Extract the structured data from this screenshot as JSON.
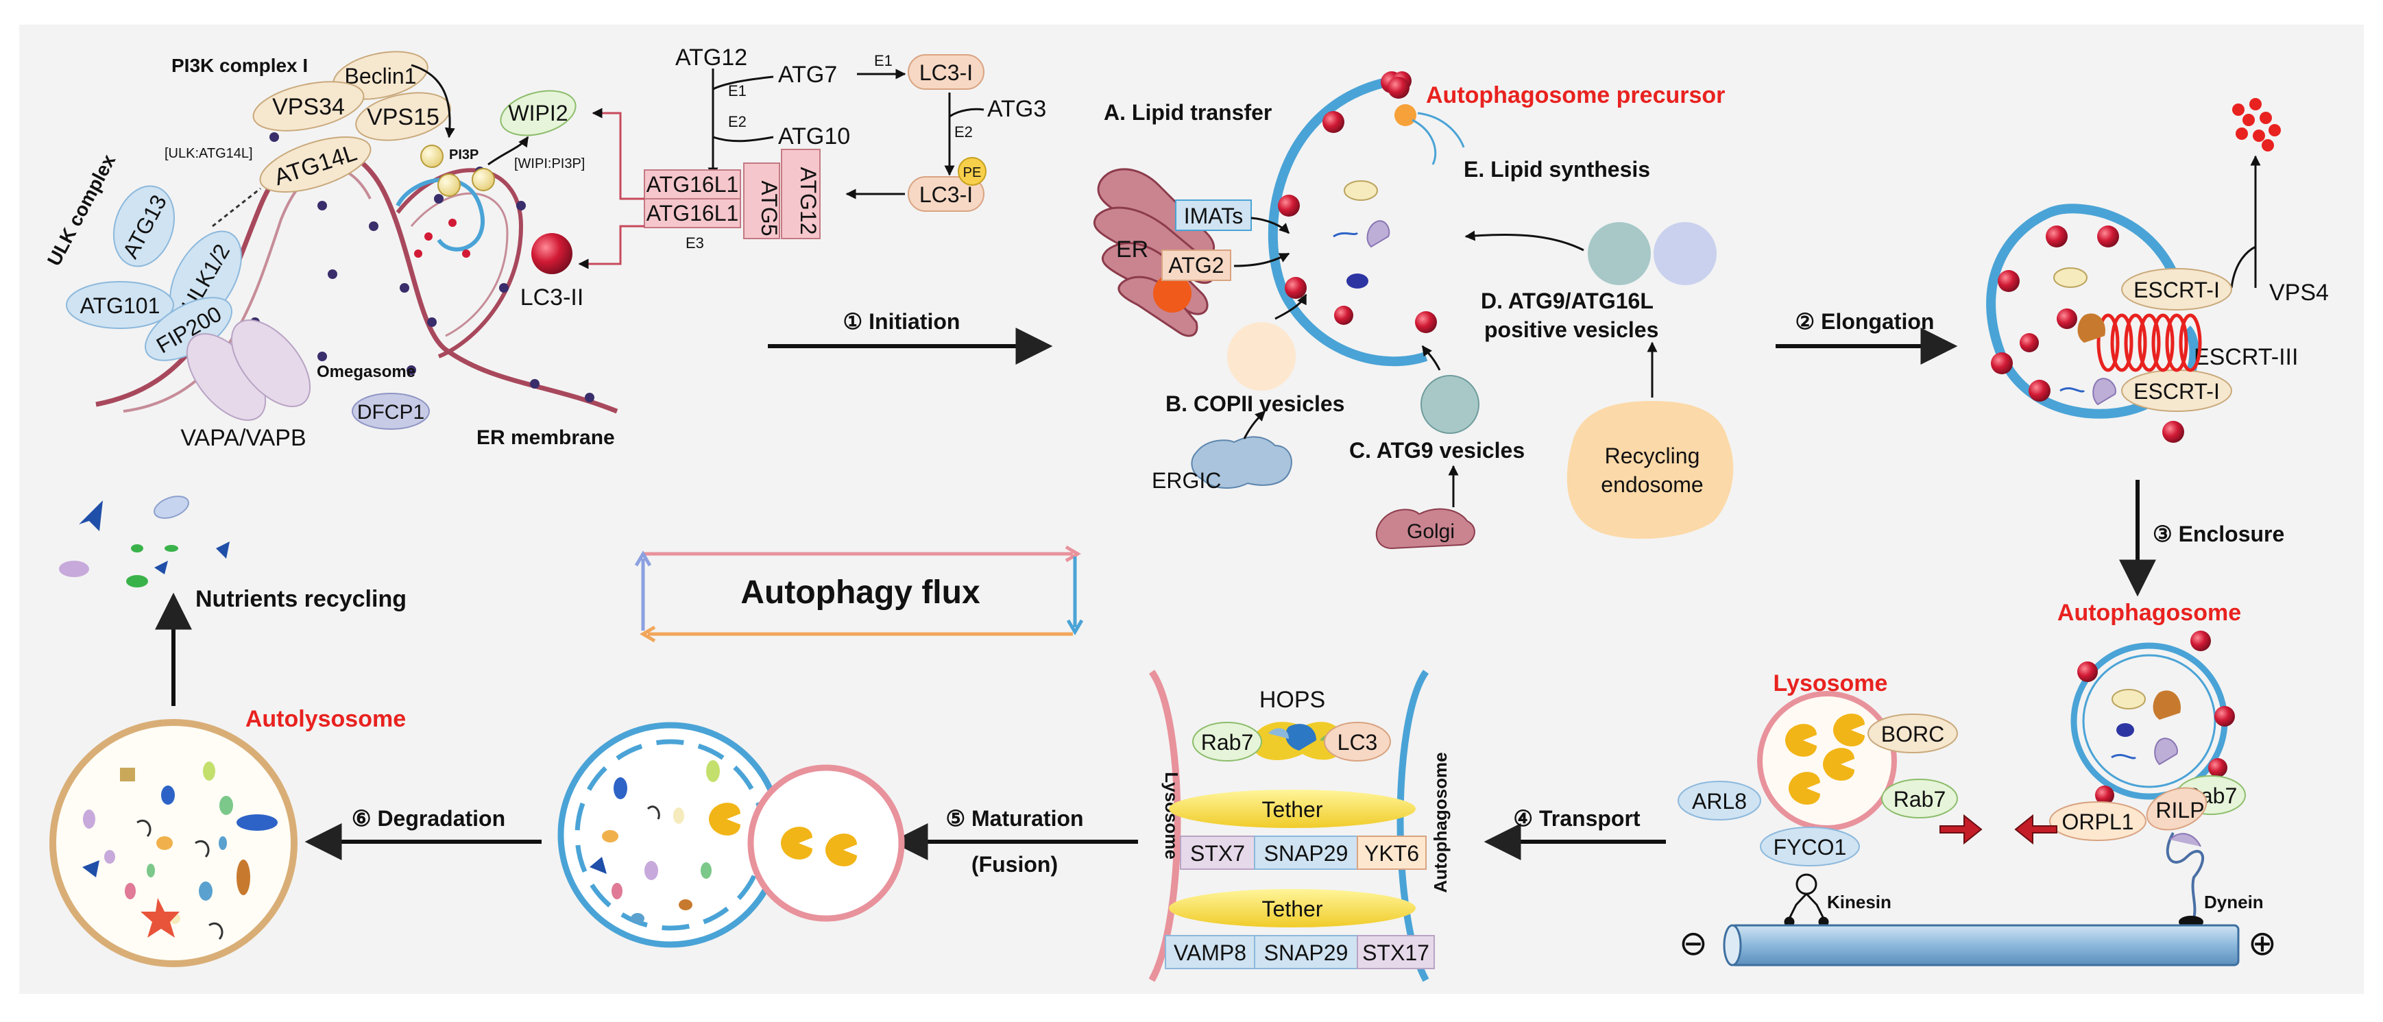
{
  "flux": {
    "title": "Autophagy flux"
  },
  "initiation": {
    "pi3k_complex": "PI3K complex I",
    "beclin1": "Beclin1",
    "vps34": "VPS34",
    "vps15": "VPS15",
    "atg14l": "ATG14L",
    "ulk_atg14l": "[ULK:ATG14L]",
    "ulk_complex": "ULK complex",
    "atg13": "ATG13",
    "ulk12": "ULK1/2",
    "atg101": "ATG101",
    "fip200": "FIP200",
    "vapa": "VAPA/VAPB",
    "omegasome": "Omegasome",
    "dfcp1": "DFCP1",
    "er_membrane": "ER membrane",
    "pi3p": "PI3P",
    "wipi2": "WIPI2",
    "wipi_pi3p": "[WIPI:PI3P]",
    "lc3ii": "LC3-II"
  },
  "conjugation": {
    "atg12": "ATG12",
    "atg7": "ATG7",
    "atg10": "ATG10",
    "e1_a": "E1",
    "e2_a": "E2",
    "e1_b": "E1",
    "e2_b": "E2",
    "e3": "E3",
    "lc3i_top": "LC3-I",
    "lc3i_bottom": "LC3-I",
    "atg3": "ATG3",
    "pe": "PE",
    "atg16l1_a": "ATG16L1",
    "atg16l1_b": "ATG16L1",
    "atg5": "ATG5",
    "atg12_box": "ATG12"
  },
  "steps": {
    "initiation": "① Initiation",
    "elongation": "② Elongation",
    "enclosure": "③ Enclosure",
    "transport": "④ Transport",
    "maturation": "⑤ Maturation",
    "fusion": "(Fusion)",
    "degradation": "⑥ Degradation",
    "nutrients": "Nutrients recycling"
  },
  "sources": {
    "lipid_transfer": "A. Lipid transfer",
    "imats": "IMATs",
    "er": "ER",
    "atg2": "ATG2",
    "copii": "B. COPII vesicles",
    "ergic": "ERGIC",
    "atg9": "C. ATG9 vesicles",
    "golgi": "Golgi",
    "atg9_16l_1": "D. ATG9/ATG16L",
    "atg9_16l_2": "positive vesicles",
    "recycling_1": "Recycling",
    "recycling_2": "endosome",
    "lipid_synthesis": "E. Lipid synthesis",
    "precursor": "Autophagosome precursor"
  },
  "elongation": {
    "escrt_i_top": "ESCRT-I",
    "escrt_i_bottom": "ESCRT-I",
    "escrt_iii": "ESCRT-III",
    "vps4": "VPS4"
  },
  "transport": {
    "autophagosome": "Autophagosome",
    "lysosome": "Lysosome",
    "borc": "BORC",
    "arl8": "ARL8",
    "rab7_lys": "Rab7",
    "fyco1": "FYCO1",
    "kinesin": "Kinesin",
    "orpl1": "ORPL1",
    "rilp": "RILP",
    "rab7_ap": "Rab7",
    "dynein": "Dynein",
    "minus": "⊖",
    "plus": "⊕"
  },
  "fusion": {
    "lysosome_label": "Lysosome",
    "autophagosome_label": "Autophagosome",
    "hops": "HOPS",
    "rab7": "Rab7",
    "lc3": "LC3",
    "tether_top": "Tether",
    "tether_bottom": "Tether",
    "stx7": "STX7",
    "snap29_top": "SNAP29",
    "ykt6": "YKT6",
    "vamp8": "VAMP8",
    "snap29_bottom": "SNAP29",
    "stx17": "STX17"
  },
  "degradation": {
    "autolysosome": "Autolysosome"
  },
  "colors": {
    "membrane_blue": "#4aa3d6",
    "red_label": "#e8221f",
    "lysosome_pink": "#e8929c",
    "er_maroon": "#a8485c",
    "autolysosome_tan": "#d9ae76"
  }
}
